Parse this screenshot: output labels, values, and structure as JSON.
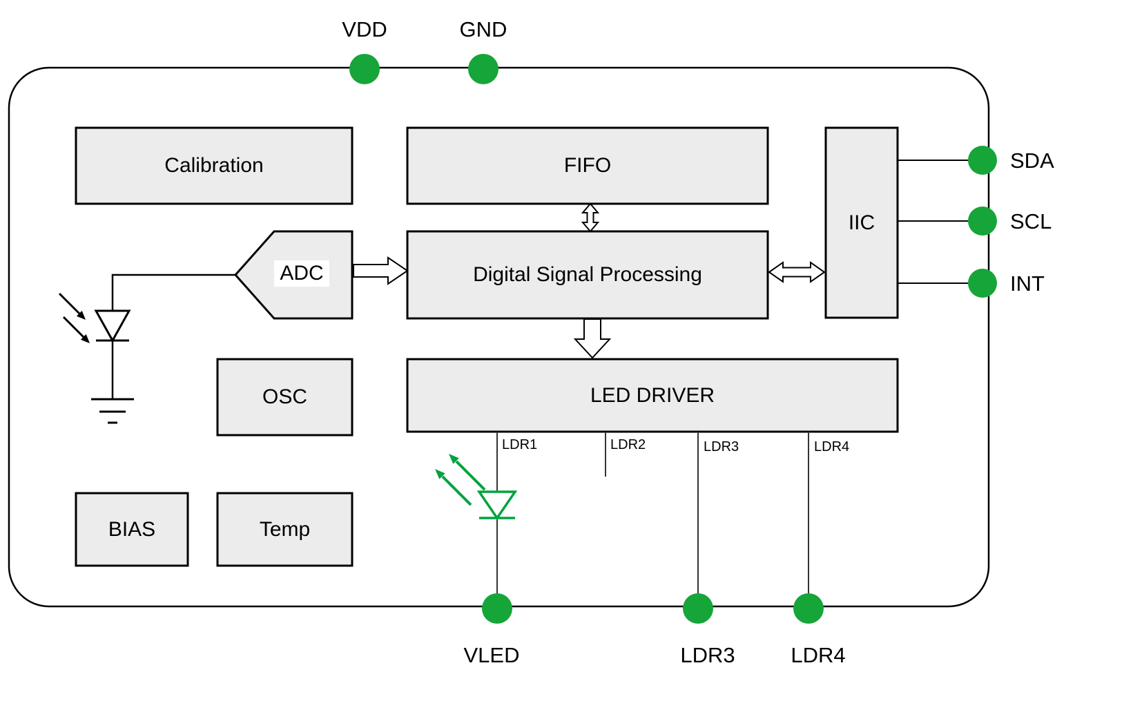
{
  "blocks": {
    "calibration": "Calibration",
    "fifo": "FIFO",
    "iic": "IIC",
    "adc": "ADC",
    "dsp": "Digital Signal Processing",
    "osc": "OSC",
    "led_driver": "LED DRIVER",
    "bias": "BIAS",
    "temp": "Temp"
  },
  "pins": {
    "vdd": "VDD",
    "gnd": "GND",
    "sda": "SDA",
    "scl": "SCL",
    "int": "INT",
    "vled": "VLED",
    "ldr3": "LDR3",
    "ldr4": "LDR4"
  },
  "wire_labels": {
    "ldr1": "LDR1",
    "ldr2": "LDR2",
    "ldr3": "LDR3",
    "ldr4": "LDR4"
  },
  "colors": {
    "pin_green": "#16a538",
    "led_green": "#00a33d",
    "block_fill": "#ececec",
    "line": "#000000"
  }
}
